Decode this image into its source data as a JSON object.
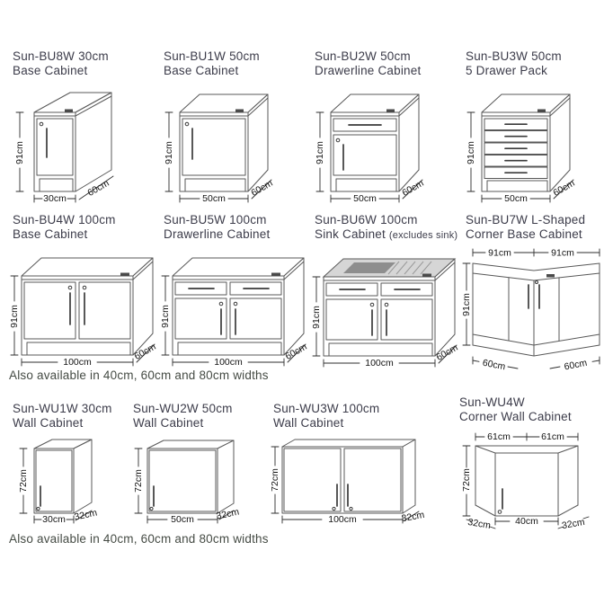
{
  "notes": {
    "base_row": "Also available in 40cm, 60cm and 80cm widths",
    "wall_row": "Also available in 40cm, 60cm and 80cm widths"
  },
  "colors": {
    "background": "#ffffff",
    "title_text": "#3c3c4a",
    "note_text": "#454b44",
    "line_art": "#585858",
    "dimension_text": "#141414"
  },
  "cabinets": [
    {
      "code": "Sun-BU8W 30cm",
      "name": "Base Cabinet",
      "height": "91cm",
      "width": "30cm",
      "depth": "60cm"
    },
    {
      "code": "Sun-BU1W 50cm",
      "name": "Base Cabinet",
      "height": "91cm",
      "width": "50cm",
      "depth": "60cm"
    },
    {
      "code": "Sun-BU2W 50cm",
      "name": "Drawerline Cabinet",
      "height": "91cm",
      "width": "50cm",
      "depth": "60cm"
    },
    {
      "code": "Sun-BU3W 50cm",
      "name": "5 Drawer Pack",
      "height": "91cm",
      "width": "50cm",
      "depth": "60cm"
    },
    {
      "code": "Sun-BU4W 100cm",
      "name": "Base Cabinet",
      "height": "91cm",
      "width": "100cm",
      "depth": "60cm"
    },
    {
      "code": "Sun-BU5W 100cm",
      "name": "Drawerline Cabinet",
      "height": "91cm",
      "width": "100cm",
      "depth": "60cm"
    },
    {
      "code": "Sun-BU6W 100cm",
      "name": "Sink Cabinet",
      "name_suffix": "(excludes sink)",
      "height": "91cm",
      "width": "100cm",
      "depth": "60cm"
    },
    {
      "code": "Sun-BU7W L-Shaped",
      "name": "Corner Base Cabinet",
      "height": "91cm",
      "top_left": "91cm",
      "top_right": "91cm",
      "bottom_left": "60cm",
      "bottom_right": "60cm"
    },
    {
      "code": "Sun-WU1W 30cm",
      "name": "Wall Cabinet",
      "height": "72cm",
      "width": "30cm",
      "depth": "32cm"
    },
    {
      "code": "Sun-WU2W 50cm",
      "name": "Wall Cabinet",
      "height": "72cm",
      "width": "50cm",
      "depth": "32cm"
    },
    {
      "code": "Sun-WU3W 100cm",
      "name": "Wall Cabinet",
      "height": "72cm",
      "width": "100cm",
      "depth": "32cm"
    },
    {
      "code": "Sun-WU4W",
      "name": "Corner Wall Cabinet",
      "height": "72cm",
      "top_left": "61cm",
      "top_right": "61cm",
      "bottom_left": "32cm",
      "bottom_center": "40cm",
      "bottom_right": "32cm"
    }
  ]
}
